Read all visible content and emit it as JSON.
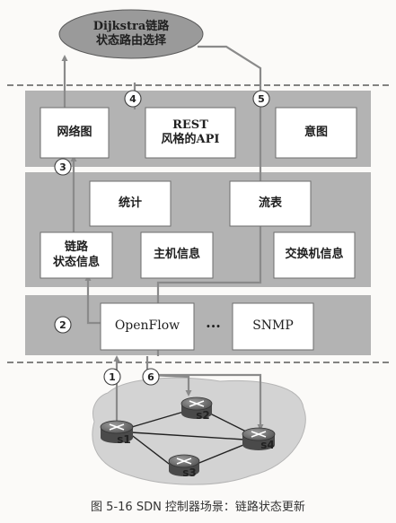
{
  "controller_app": {
    "label": "Dijkstra链路\n状态路由选择"
  },
  "northbound": {
    "network_graph": "网络图",
    "rest_api": "REST\n风格的API",
    "intent": "意图"
  },
  "state_management": {
    "statistics": "统计",
    "flow_tables": "流表",
    "link_state_info": "链路\n状态信息",
    "host_info": "主机信息",
    "switch_info": "交换机信息"
  },
  "southbound": {
    "openflow": "OpenFlow",
    "snmp": "SNMP",
    "ellipsis": "···"
  },
  "steps": [
    "1",
    "2",
    "3",
    "4",
    "5",
    "6"
  ],
  "switches": [
    "s1",
    "s2",
    "s3",
    "s4"
  ],
  "caption": "图 5-16   SDN 控制器场景：链路状态更新",
  "colors": {
    "band": "#b3b3b3",
    "arrow": "#8a8a8a",
    "cloud": "#d3d3d3",
    "ellipse": "#9a9a9a"
  }
}
